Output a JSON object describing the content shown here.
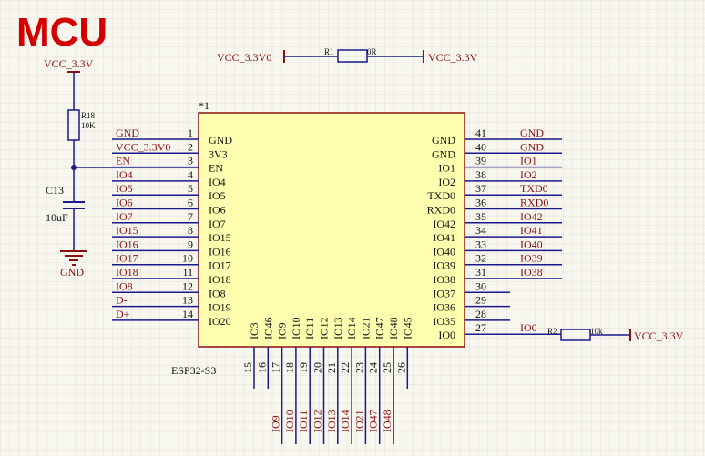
{
  "title": "MCU",
  "colors": {
    "wire": "#1a1a8c",
    "net_label": "#8b1111",
    "chip_fill": "#ffffb0",
    "chip_stroke": "#8b1111",
    "title": "#d40000",
    "grid": "#dedbd0"
  },
  "top_net": {
    "left": "VCC_3.3V0",
    "right": "VCC_3.3V",
    "res_name": "R1",
    "res_value": "0R"
  },
  "reset": {
    "vcc": "VCC_3.3V",
    "r_name": "R18",
    "r_value": "10K",
    "c_name": "C13",
    "c_value": "10uF",
    "gnd": "GND"
  },
  "chip": {
    "ref": "*1",
    "name": "ESP32-S3"
  },
  "r2": {
    "name": "R2",
    "value": "10k",
    "net": "VCC_3.3V"
  },
  "left_pins": [
    {
      "num": "1",
      "pin": "GND",
      "net": "GND"
    },
    {
      "num": "2",
      "pin": "3V3",
      "net": "VCC_3.3V0"
    },
    {
      "num": "3",
      "pin": "EN",
      "net": "EN"
    },
    {
      "num": "4",
      "pin": "IO4",
      "net": "IO4"
    },
    {
      "num": "5",
      "pin": "IO5",
      "net": "IO5"
    },
    {
      "num": "6",
      "pin": "IO6",
      "net": "IO6"
    },
    {
      "num": "7",
      "pin": "IO7",
      "net": "IO7"
    },
    {
      "num": "8",
      "pin": "IO15",
      "net": "IO15"
    },
    {
      "num": "9",
      "pin": "IO16",
      "net": "IO16"
    },
    {
      "num": "10",
      "pin": "IO17",
      "net": "IO17"
    },
    {
      "num": "11",
      "pin": "IO18",
      "net": "IO18"
    },
    {
      "num": "12",
      "pin": "IO8",
      "net": "IO8"
    },
    {
      "num": "13",
      "pin": "IO19",
      "net": "D-"
    },
    {
      "num": "14",
      "pin": "IO20",
      "net": "D+"
    }
  ],
  "right_pins": [
    {
      "num": "41",
      "pin": "GND",
      "net": "GND"
    },
    {
      "num": "40",
      "pin": "GND",
      "net": "GND"
    },
    {
      "num": "39",
      "pin": "IO1",
      "net": "IO1"
    },
    {
      "num": "38",
      "pin": "IO2",
      "net": "IO2"
    },
    {
      "num": "37",
      "pin": "TXD0",
      "net": "TXD0"
    },
    {
      "num": "36",
      "pin": "RXD0",
      "net": "RXD0"
    },
    {
      "num": "35",
      "pin": "IO42",
      "net": "IO42"
    },
    {
      "num": "34",
      "pin": "IO41",
      "net": "IO41"
    },
    {
      "num": "33",
      "pin": "IO40",
      "net": "IO40"
    },
    {
      "num": "32",
      "pin": "IO39",
      "net": "IO39"
    },
    {
      "num": "31",
      "pin": "IO38",
      "net": "IO38"
    },
    {
      "num": "30",
      "pin": "IO37",
      "net": ""
    },
    {
      "num": "29",
      "pin": "IO36",
      "net": ""
    },
    {
      "num": "28",
      "pin": "IO35",
      "net": ""
    },
    {
      "num": "27",
      "pin": "IO0",
      "net": "IO0"
    }
  ],
  "bottom_pins": [
    {
      "num": "15",
      "pin": "IO3",
      "net": ""
    },
    {
      "num": "16",
      "pin": "IO46",
      "net": ""
    },
    {
      "num": "17",
      "pin": "IO9",
      "net": "IO9"
    },
    {
      "num": "18",
      "pin": "IO10",
      "net": "IO10"
    },
    {
      "num": "19",
      "pin": "IO11",
      "net": "IO11"
    },
    {
      "num": "20",
      "pin": "IO12",
      "net": "IO12"
    },
    {
      "num": "21",
      "pin": "IO13",
      "net": "IO13"
    },
    {
      "num": "22",
      "pin": "IO14",
      "net": "IO14"
    },
    {
      "num": "23",
      "pin": "IO21",
      "net": "IO21"
    },
    {
      "num": "24",
      "pin": "IO47",
      "net": "IO47"
    },
    {
      "num": "25",
      "pin": "IO48",
      "net": "IO48"
    },
    {
      "num": "26",
      "pin": "IO45",
      "net": ""
    }
  ]
}
